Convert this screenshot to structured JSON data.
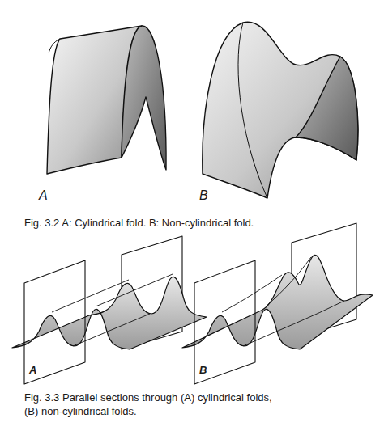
{
  "diagram": {
    "labels": [
      "A",
      "B",
      "Fig. 3.2 A: Cylindrical fold. B: Non-cylindrical fold.",
      "A",
      "B",
      "Fig. 3.3 Parallel sections through (A) cylindrical folds, (B) non-cylindrical folds."
    ]
  }
}
